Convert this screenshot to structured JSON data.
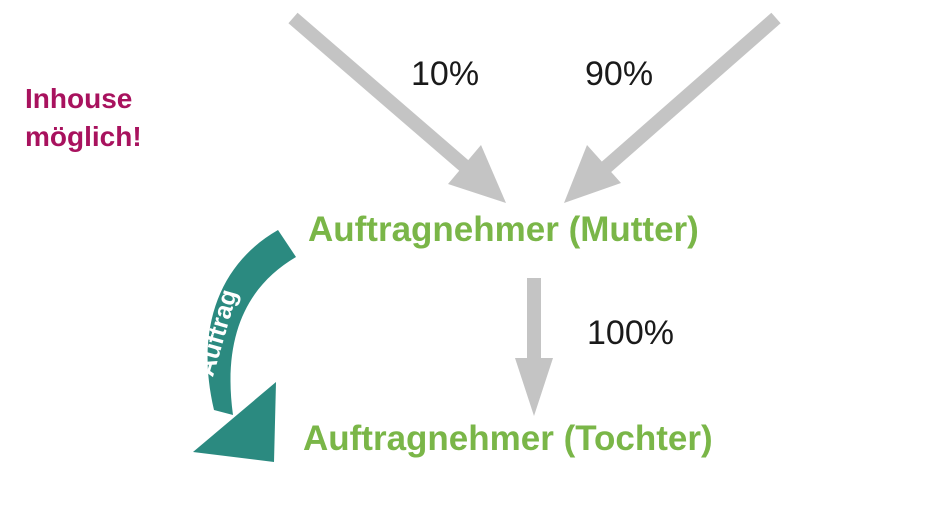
{
  "nodes": {
    "mother": "Auftragnehmer (Mutter)",
    "daughter": "Auftragnehmer (Tochter)"
  },
  "edges": {
    "left_share": "10%",
    "right_share": "90%",
    "mother_to_daughter_share": "100%"
  },
  "curved_arrow_label": "Auftrag",
  "note": {
    "line1": "Inhouse",
    "line2": "möglich!"
  },
  "colors": {
    "node_text": "#7ab648",
    "share_arrow": "#c4c4c4",
    "curved_arrow": "#2b8a80",
    "note_text": "#a8125e",
    "share_text": "#1a1a1a"
  }
}
